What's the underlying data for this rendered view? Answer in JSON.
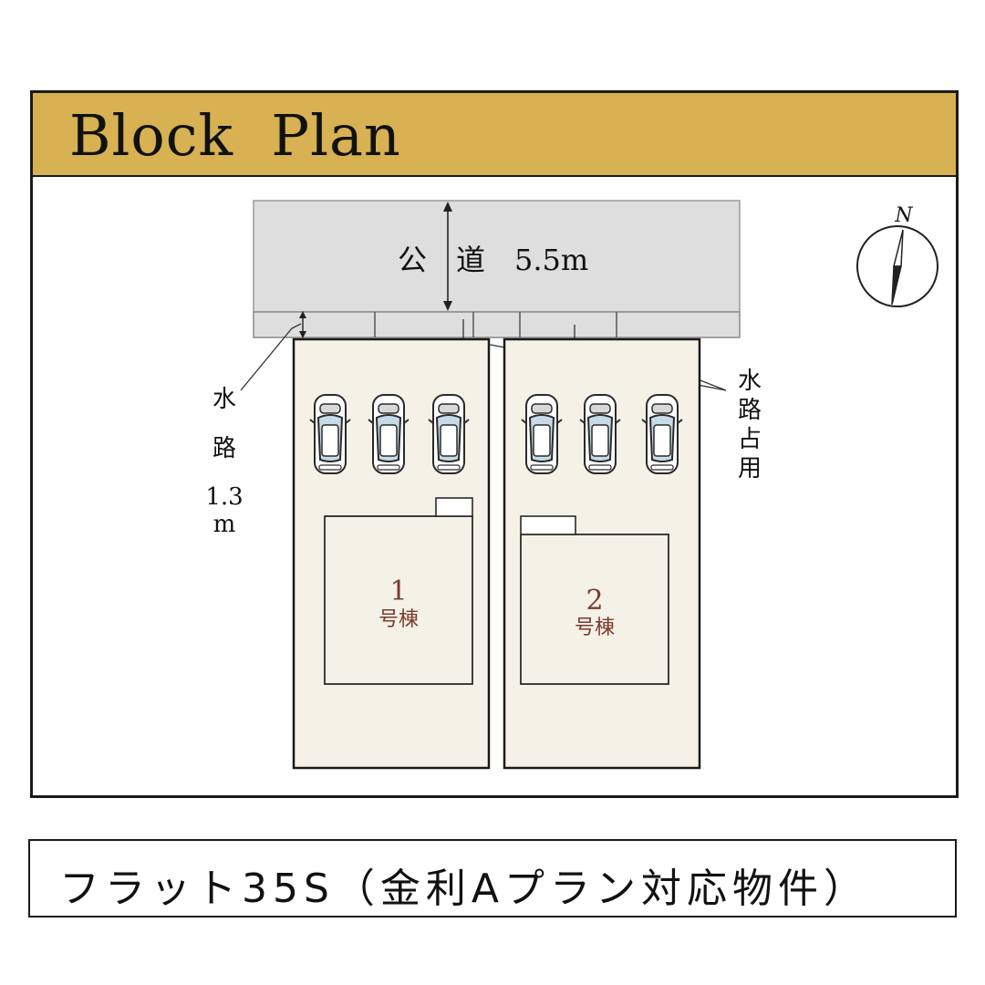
{
  "header": {
    "title": "Block  Plan"
  },
  "road": {
    "label": "公　道　5.5m"
  },
  "waterway_left": {
    "chars": [
      "水",
      "路",
      "1.3",
      "m"
    ]
  },
  "waterway_right": {
    "chars": [
      "水",
      "路",
      "占",
      "用"
    ]
  },
  "compass": {
    "label": "N"
  },
  "lots": [
    {
      "number": "1",
      "suffix": "号棟"
    },
    {
      "number": "2",
      "suffix": "号棟"
    }
  ],
  "colors": {
    "header_band": "#d7b152",
    "road": "#dedede",
    "lot": "#f4f1e6",
    "lot_label": "#7a3b2e",
    "car_window": "#c6dbe7"
  },
  "footer": {
    "text": "フラット35S（金利Aプラン対応物件）"
  }
}
